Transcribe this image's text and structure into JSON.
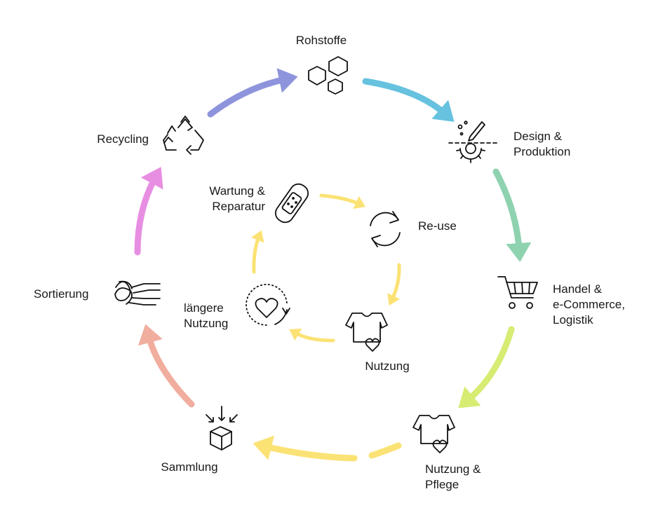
{
  "diagram": {
    "outer_cycle": {
      "stages": [
        {
          "id": "rohstoffe",
          "label": "Rohstoffe",
          "icon": "hexagons-icon"
        },
        {
          "id": "design",
          "label": "Design &\nProduktion",
          "icon": "design-gear-icon"
        },
        {
          "id": "handel",
          "label": "Handel &\ne-Commerce,\nLogistik",
          "icon": "shopping-cart-icon"
        },
        {
          "id": "nutzung-pflege",
          "label": "Nutzung &\nPflege",
          "icon": "tshirt-heart-icon"
        },
        {
          "id": "sammlung",
          "label": "Sammlung",
          "icon": "box-arrows-icon"
        },
        {
          "id": "sortierung",
          "label": "Sortierung",
          "icon": "textile-sorting-icon"
        },
        {
          "id": "recycling",
          "label": "Recycling",
          "icon": "recycling-icon"
        }
      ],
      "arrow_colors": {
        "recycling_to_rohstoffe": "#8e94dc",
        "rohstoffe_to_design": "#67c2df",
        "design_to_handel": "#8fd2b0",
        "handel_to_nutzung": "#d6ec72",
        "nutzung_to_sammlung": "#fbe274",
        "sammlung_to_sortierung": "#f1ad9e",
        "sortierung_to_recycling": "#e88ee2"
      }
    },
    "inner_cycle": {
      "stages": [
        {
          "id": "wartung",
          "label": "Wartung &\nReparatur",
          "icon": "bandage-icon"
        },
        {
          "id": "reuse",
          "label": "Re-use",
          "icon": "reuse-arrows-icon"
        },
        {
          "id": "nutzung",
          "label": "Nutzung",
          "icon": "tshirt-heart-icon"
        },
        {
          "id": "laengere",
          "label": "längere\nNutzung",
          "icon": "heart-circle-icon"
        }
      ],
      "arrow_color": "#fbe274"
    }
  }
}
